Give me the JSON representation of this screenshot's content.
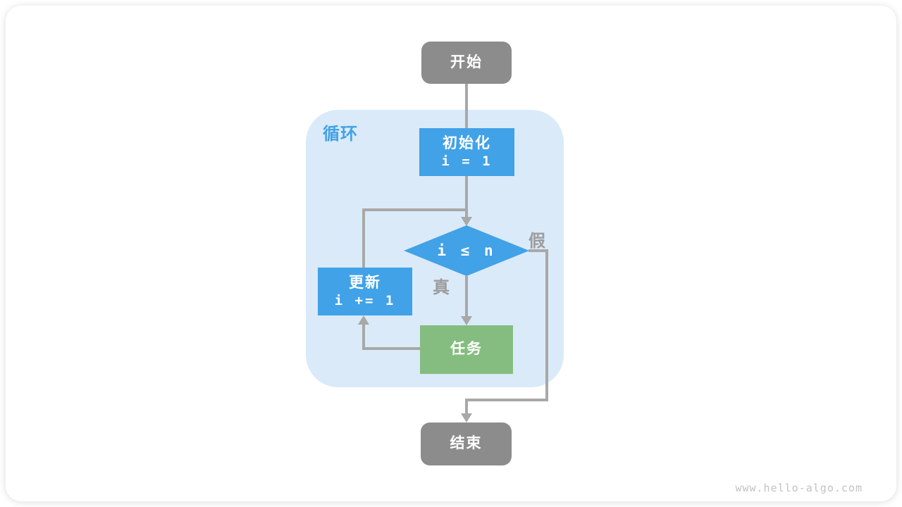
{
  "colors": {
    "blue": "#41A2E7",
    "green": "#85BD81",
    "node-gray": "#8C8C8C",
    "container-blue": "#DAEAF8",
    "line-gray": "#A8A8A8",
    "edge-label-gray": "#9C9C9C",
    "watermark-gray": "#C2C2C2"
  },
  "flowchart": {
    "loop_container_label": "循环",
    "nodes": {
      "start": {
        "label": "开始"
      },
      "init": {
        "label": "初始化",
        "code": "i = 1"
      },
      "condition": {
        "label": "i ≤ n"
      },
      "task": {
        "label": "任务"
      },
      "update": {
        "label": "更新",
        "code": "i += 1"
      },
      "end": {
        "label": "结束"
      }
    },
    "edge_labels": {
      "true_branch": "真",
      "false_branch": "假"
    }
  },
  "watermark": "www.hello-algo.com"
}
